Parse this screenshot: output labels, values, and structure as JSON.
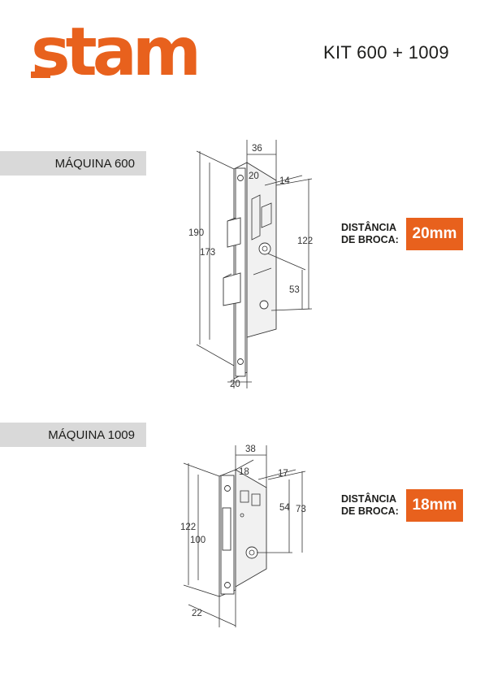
{
  "header": {
    "brand": "stam",
    "brand_color": "#e8611d",
    "kit_title": "KIT 600 + 1009"
  },
  "sections": [
    {
      "tab_label": "MÁQUINA 600",
      "distance_label_line1": "DISTÂNCIA",
      "distance_label_line2": "DE BROCA:",
      "distance_value": "20mm",
      "dimensions": {
        "d36": "36",
        "d20_top": "20",
        "d14": "14",
        "d190": "190",
        "d173": "173",
        "d122": "122",
        "d53": "53",
        "d20_bottom": "20"
      }
    },
    {
      "tab_label": "MÁQUINA 1009",
      "distance_label_line1": "DISTÂNCIA",
      "distance_label_line2": "DE BROCA:",
      "distance_value": "18mm",
      "dimensions": {
        "d38": "38",
        "d18": "18",
        "d17": "17",
        "d122": "122",
        "d100": "100",
        "d54": "54",
        "d73": "73",
        "d22": "22"
      }
    }
  ],
  "colors": {
    "accent": "#e8611d",
    "tab_bg": "#d9d9d9"
  }
}
